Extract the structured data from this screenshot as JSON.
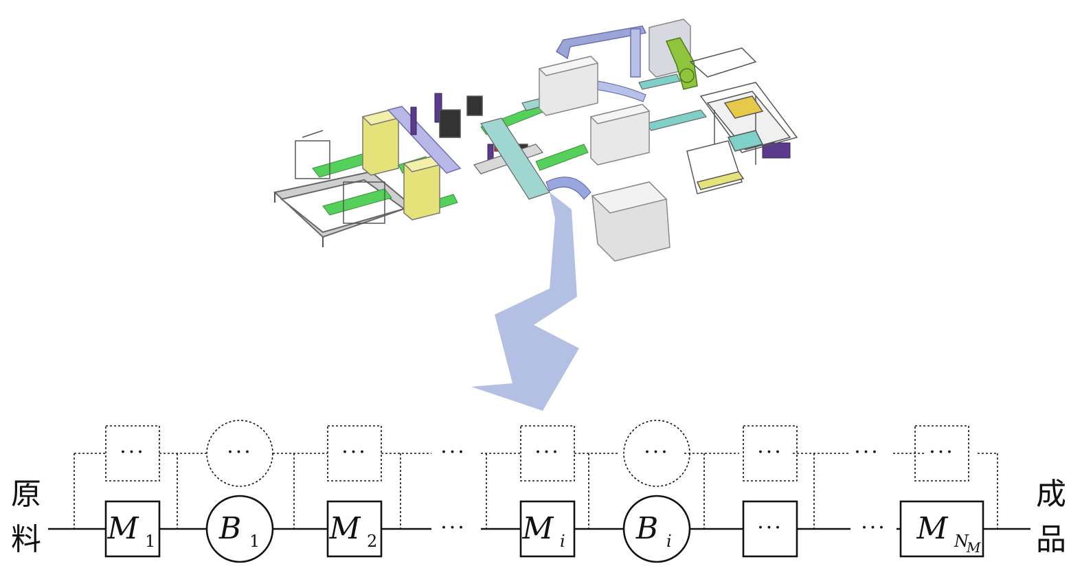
{
  "input_label": [
    "原",
    "料"
  ],
  "output_label": [
    "成",
    "品"
  ],
  "ellipsis": "···",
  "main_stations": [
    {
      "kind": "machine",
      "label": "M",
      "sub": "1",
      "sub_italic": false
    },
    {
      "kind": "buffer",
      "label": "B",
      "sub": "1",
      "sub_italic": false
    },
    {
      "kind": "machine",
      "label": "M",
      "sub": "2",
      "sub_italic": false
    },
    {
      "kind": "gap",
      "label": "···"
    },
    {
      "kind": "machine",
      "label": "M",
      "sub": "i",
      "sub_italic": true
    },
    {
      "kind": "buffer",
      "label": "B",
      "sub": "i",
      "sub_italic": true
    },
    {
      "kind": "machine",
      "label": "···"
    },
    {
      "kind": "gap",
      "label": "···"
    },
    {
      "kind": "machine",
      "label": "M",
      "sub": "N",
      "subsub": "M",
      "sub_italic": true
    }
  ],
  "colors": {
    "arrow": "#b3c0e4",
    "line": "#111111",
    "conveyor_green": "#55d05a",
    "machine_yellow": "#e6e27a",
    "machine_gray": "#e8e8e8",
    "robot_yellow": "#8fc43c",
    "purple": "#5a3a8a",
    "teal": "#7fd0c8"
  }
}
